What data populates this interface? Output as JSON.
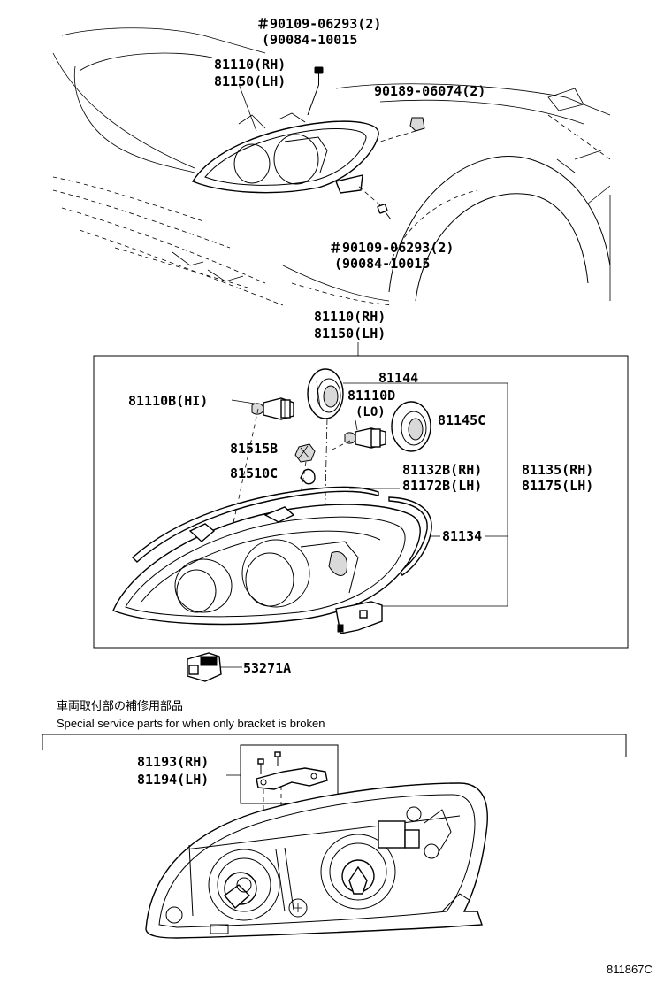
{
  "labels": {
    "top_screw_upper_line1": "＃90109-06293(2)",
    "top_screw_upper_line2": "(90084-10015",
    "top_lamp_rh": "81110(RH)",
    "top_lamp_lh": "81150(LH)",
    "nut": "90189-06074(2)",
    "top_screw_lower_line1": "＃90109-06293(2)",
    "top_screw_lower_line2": "(90084-10015",
    "assy_rh": "81110(RH)",
    "assy_lh": "81150(LH)",
    "cover_lo": "81144",
    "bulb_hi": "81110B(HI)",
    "bulb_lo_part": "81110D",
    "bulb_lo_tag": "(LO)",
    "cover_hi": "81145C",
    "socket": "81515B",
    "bulb_small": "81510C",
    "mold_rh_1": "81132B(RH)",
    "mold_lh_1": "81172B(LH)",
    "mold_rh_2": "81135(RH)",
    "mold_lh_2": "81175(LH)",
    "gasket": "81134",
    "connector": "53271A",
    "bracket_rh": "81193(RH)",
    "bracket_lh": "81194(LH)",
    "figure_code": "811867C"
  },
  "notes": {
    "japanese": "車両取付部の補修用部品",
    "english": "Special service parts for when only bracket is broken"
  }
}
